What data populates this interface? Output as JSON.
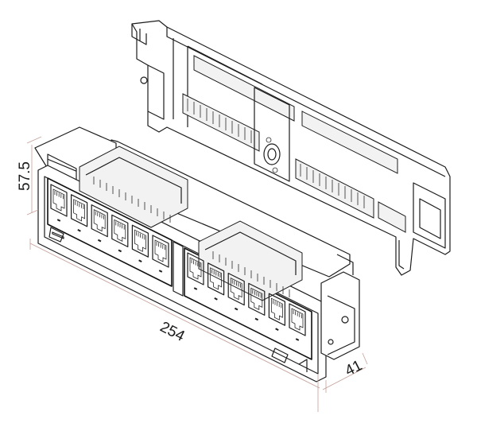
{
  "dimensions": {
    "height": "57.5",
    "length": "254",
    "depth": "41"
  },
  "front_unit": {
    "port_count": 12
  },
  "colors": {
    "line": "#1c1c1c",
    "dimension_line": "#c4a099",
    "background": "#ffffff"
  }
}
